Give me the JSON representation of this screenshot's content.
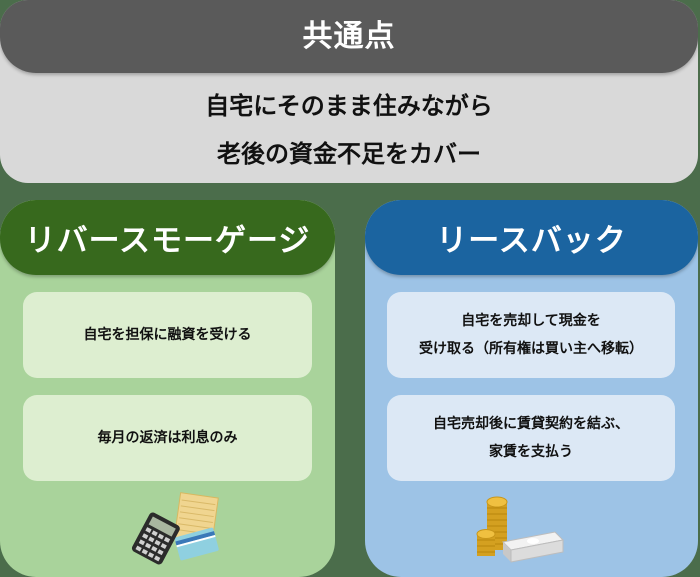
{
  "common": {
    "title": "共通点",
    "lines": [
      "自宅にそのまま住みながら",
      "老後の資金不足をカバー"
    ]
  },
  "reverse_mortgage": {
    "title": "リバースモーゲージ",
    "cards": [
      {
        "lines": [
          "自宅を担保に融資を受ける"
        ]
      },
      {
        "lines": [
          "毎月の返済は利息のみ"
        ]
      }
    ],
    "illustration": "calculator-notepad-card-icon"
  },
  "leaseback": {
    "title": "リースバック",
    "cards": [
      {
        "lines": [
          "自宅を売却して現金を",
          "受け取る（所有権は買い主へ移転）"
        ]
      },
      {
        "lines": [
          "自宅売却後に賃貸契約を結ぶ、",
          "家賃を支払う"
        ]
      }
    ],
    "illustration": "coins-banknotes-icon"
  },
  "colors": {
    "background": "#4b6d4b",
    "common_header": "#5a5a5a",
    "common_body": "#d9d9d9",
    "reverse_mortgage_header": "#37691d",
    "reverse_mortgage_body": "#a9d39b",
    "reverse_mortgage_card": "#ddeed0",
    "leaseback_header": "#1b64a0",
    "leaseback_body": "#9dc3e6",
    "leaseback_card": "#dce8f5"
  }
}
